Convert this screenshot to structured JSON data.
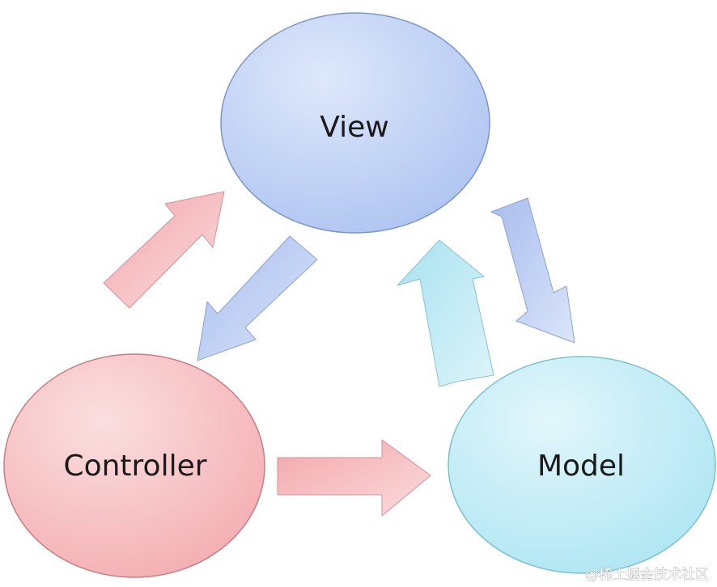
{
  "nodes": {
    "view": {
      "label": "View",
      "fill": "#a9c0f0",
      "fill_light": "#dfe8fb",
      "stroke": "#7b96c9"
    },
    "controller": {
      "label": "Controller",
      "fill": "#f3a9ad",
      "fill_light": "#fbdfe0",
      "stroke": "#c97d82"
    },
    "model": {
      "label": "Model",
      "fill": "#a9e4f2",
      "fill_light": "#e2f6fb",
      "stroke": "#7cc1d2"
    }
  },
  "arrows": [
    {
      "from": "controller",
      "to": "view",
      "color": "pink"
    },
    {
      "from": "view",
      "to": "controller",
      "color": "blue"
    },
    {
      "from": "model",
      "to": "view",
      "color": "cyan"
    },
    {
      "from": "view",
      "to": "model",
      "color": "blue"
    },
    {
      "from": "controller",
      "to": "model",
      "color": "pink"
    }
  ],
  "arrow_colors": {
    "pink": {
      "fill": "#f3a7ab",
      "light": "#fbdcdd",
      "stroke": "#d49095"
    },
    "blue": {
      "fill": "#a8bdee",
      "light": "#dbe5fa",
      "stroke": "#8ea3d3"
    },
    "cyan": {
      "fill": "#a8e2f0",
      "light": "#ddf4fa",
      "stroke": "#86c4d4"
    }
  },
  "watermark": "@稀土掘金技术社区"
}
